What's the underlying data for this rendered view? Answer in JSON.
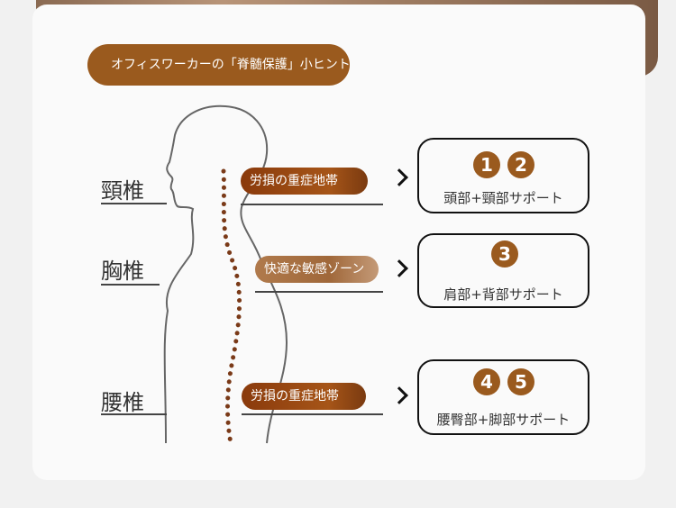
{
  "title": "オフィスワーカーの「脊髄保護」小ヒント",
  "regions": [
    {
      "label": "頸椎",
      "tag": "労損の重症地帯",
      "numbers": [
        "1",
        "2"
      ],
      "support": "頭部+頸部サポート"
    },
    {
      "label": "胸椎",
      "tag": "快適な敏感ゾーン",
      "numbers": [
        "3"
      ],
      "support": "肩部+背部サポート"
    },
    {
      "label": "腰椎",
      "tag": "労損の重症地帯",
      "numbers": [
        "4",
        "5"
      ],
      "support": "腰臀部+脚部サポート"
    }
  ],
  "colors": {
    "accent": "#9a5a1e",
    "spine_dots": "#7a3a18"
  }
}
